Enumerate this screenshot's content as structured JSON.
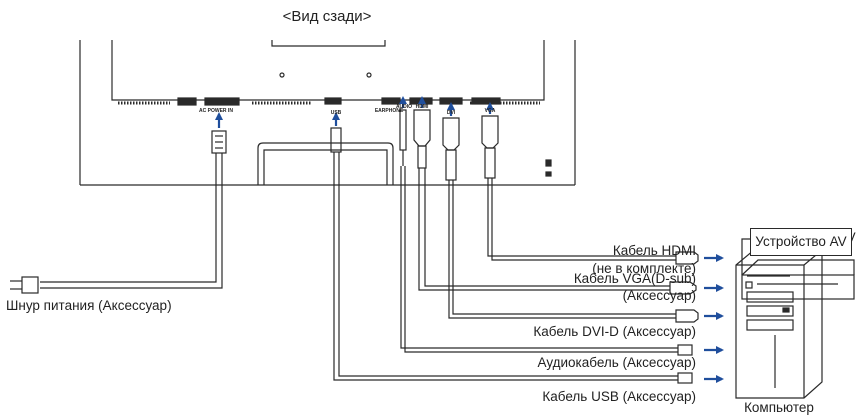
{
  "title": "<Вид сзади>",
  "ports": {
    "ac_power_in": "AC POWER IN",
    "usb_port": "USB",
    "earphone": "EARPHONE",
    "audio_in": "AUDIO",
    "hdmi": "HDMI",
    "dvi": "DVI",
    "vga": "VGA"
  },
  "labels": {
    "power_cord": "Шнур питания (Аксессуар)",
    "av_device": "Устройство AV",
    "hdmi_cable_line1": "Кабель HDMI",
    "hdmi_cable_line2": "(не в комплекте)",
    "vga_cable_line1": "Кабель VGA(D-sub)",
    "vga_cable_line2": "(Аксессуар)",
    "dvi_cable": "Кабель DVI-D (Аксессуар)",
    "audio_cable": "Аудиокабель (Аксессуар)",
    "usb_cable": "Кабель USB (Аксессуар)",
    "computer": "Компьютер"
  },
  "colors": {
    "line": "#2a2a2a",
    "arrow": "#1f4e9c",
    "background": "#ffffff"
  }
}
